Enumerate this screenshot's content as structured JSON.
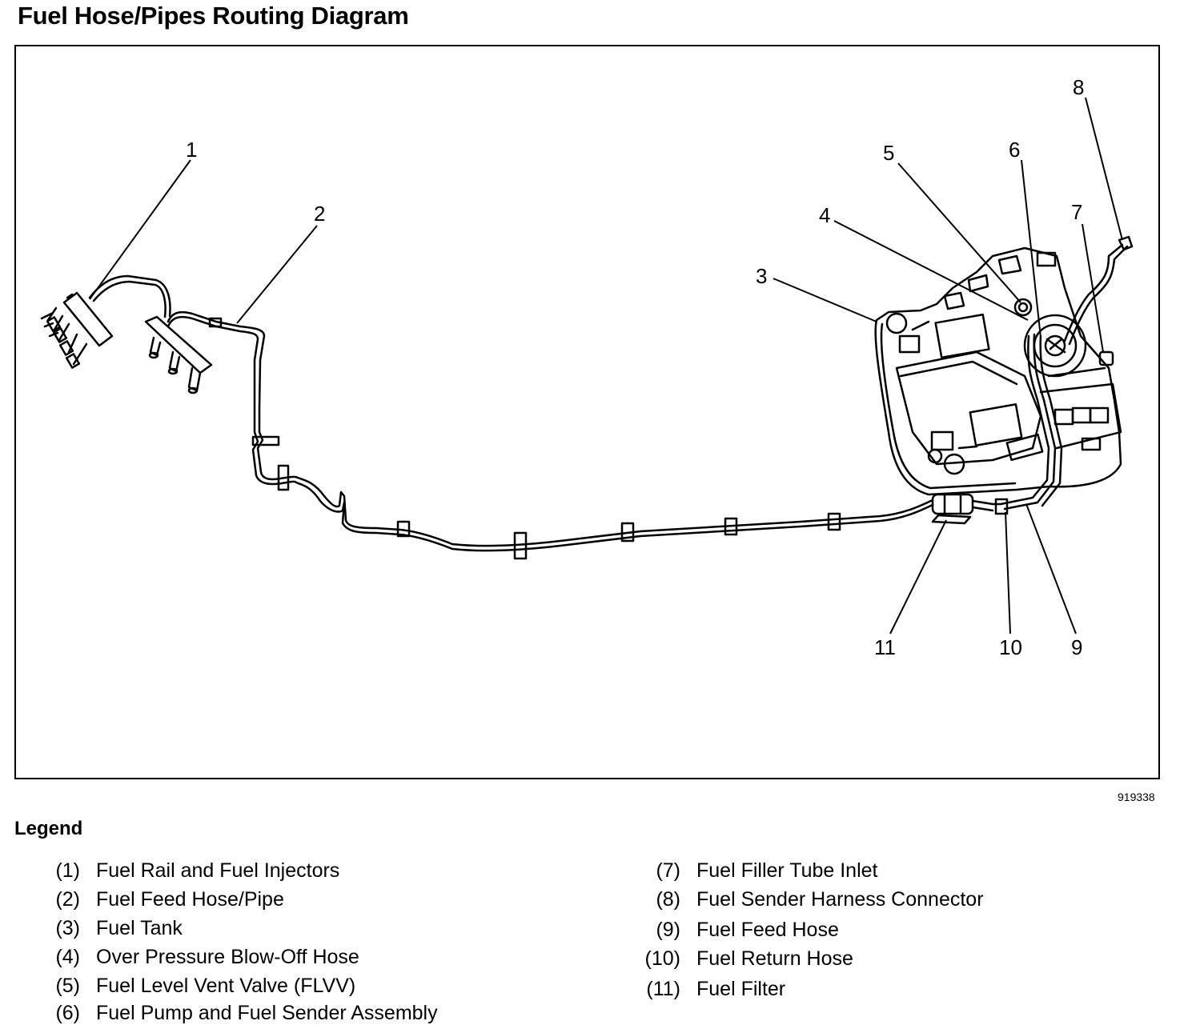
{
  "title": "Fuel Hose/Pipes Routing Diagram",
  "figure_number": "919338",
  "legend": {
    "heading": "Legend",
    "left": [
      {
        "num": "(1)",
        "text": "Fuel Rail and Fuel Injectors"
      },
      {
        "num": "(2)",
        "text": "Fuel Feed Hose/Pipe"
      },
      {
        "num": "(3)",
        "text": "Fuel Tank"
      },
      {
        "num": "(4)",
        "text": "Over Pressure Blow-Off Hose"
      },
      {
        "num": "(5)",
        "text": "Fuel Level Vent Valve (FLVV)"
      },
      {
        "num": "(6)",
        "text": "Fuel Pump and Fuel Sender Assembly"
      }
    ],
    "right": [
      {
        "num": "(7)",
        "text": "Fuel Filler Tube Inlet"
      },
      {
        "num": "(8)",
        "text": "Fuel Sender Harness Connector"
      },
      {
        "num": "(9)",
        "text": "Fuel Feed Hose"
      },
      {
        "num": "(10)",
        "text": "Fuel Return Hose"
      },
      {
        "num": "(11)",
        "text": "Fuel Filter"
      }
    ]
  },
  "callouts": [
    "1",
    "2",
    "3",
    "4",
    "5",
    "6",
    "7",
    "8",
    "9",
    "10",
    "11"
  ]
}
